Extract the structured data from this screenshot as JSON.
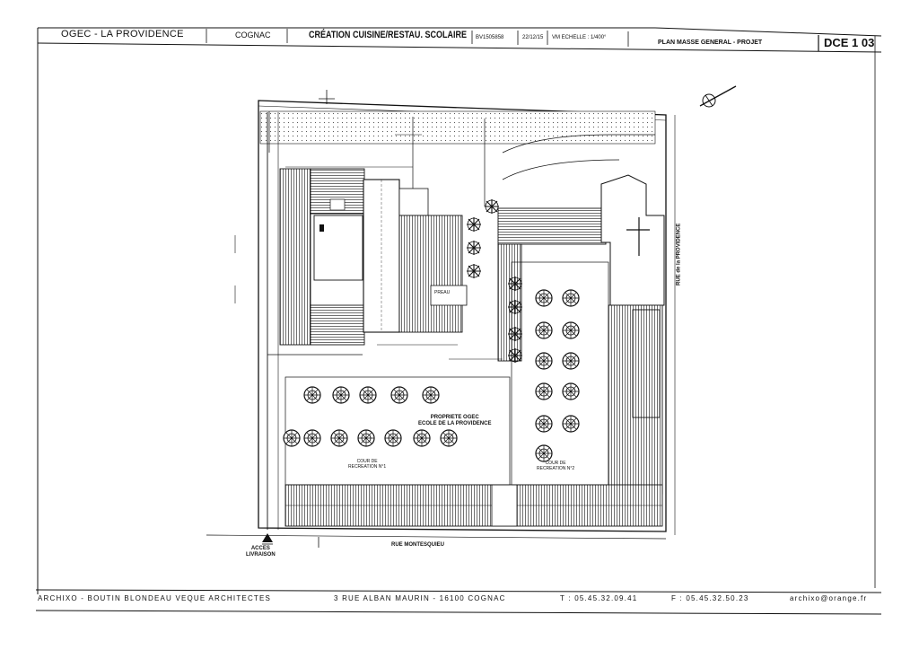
{
  "title_block": {
    "client": "OGEC - LA PROVIDENCE",
    "city": "COGNAC",
    "project": "CRÉATION CUISINE/RESTAU. SCOLAIRE",
    "ref": "BV1505858",
    "date": "22/12/15",
    "scale": "VM   ECHELLE : 1/400°",
    "sheet_title": "PLAN MASSE GENERAL - PROJET",
    "sheet_number": "DCE 1 03"
  },
  "footer": {
    "firm": "ARCHIXO - BOUTIN BLONDEAU VEQUE ARCHITECTES",
    "address": "3 RUE ALBAN MAURIN - 16100 COGNAC",
    "phone": "T : 05.45.32.09.41",
    "fax": "F : 05.45.32.50.23",
    "email": "archixo@orange.fr"
  },
  "plan_labels": {
    "owner_line1": "PROPRIETE OGEC",
    "owner_line2": "ECOLE DE LA PROVIDENCE",
    "court1_line1": "COUR DE",
    "court1_line2": "RECREATION N°1",
    "court2_line1": "COUR DE",
    "court2_line2": "RECREATION N°2",
    "access_line1": "ACCES",
    "access_line2": "LIVRAISON",
    "street_south": "RUE MONTESQUIEU",
    "street_east": "RUE de la PROVIDENCE",
    "preau": "PREAU"
  },
  "colors": {
    "ink": "#111111",
    "hatch": "#333333",
    "paper": "#ffffff"
  }
}
